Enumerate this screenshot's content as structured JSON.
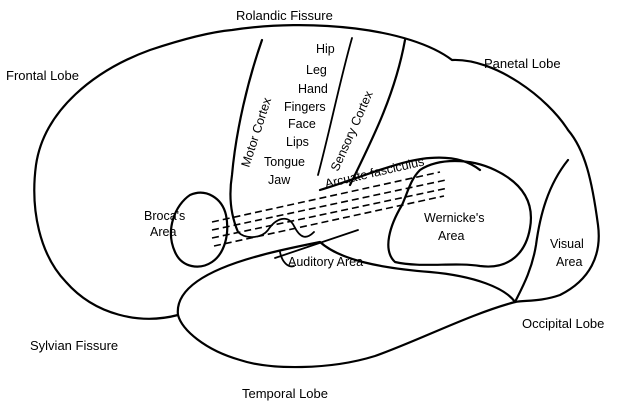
{
  "labels": {
    "rolandic_fissure": "Rolandic Fissure",
    "frontal_lobe": "Frontal Lobe",
    "parietal_lobe": "Panetal Lobe",
    "motor_cortex": "Motor Cortex",
    "sensory_cortex": "Sensory Cortex",
    "body_map": [
      "Hip",
      "Leg",
      "Hand",
      "Fingers",
      "Face",
      "Lips",
      "Tongue",
      "Jaw"
    ],
    "arcuate_fasciculus": "Arcuate fasciculus",
    "brocas_area_line1": "Broca's",
    "brocas_area_line2": "Area",
    "wernickes_area_line1": "Wernicke's",
    "wernickes_area_line2": "Area",
    "auditory_area": "Auditory Area",
    "visual_area_line1": "Visual",
    "visual_area_line2": "Area",
    "occipital_lobe": "Occipital Lobe",
    "sylvian_fissure": "Sylvian Fissure",
    "temporal_lobe": "Temporal Lobe"
  },
  "colors": {
    "ink": "#000000",
    "background": "#ffffff"
  }
}
